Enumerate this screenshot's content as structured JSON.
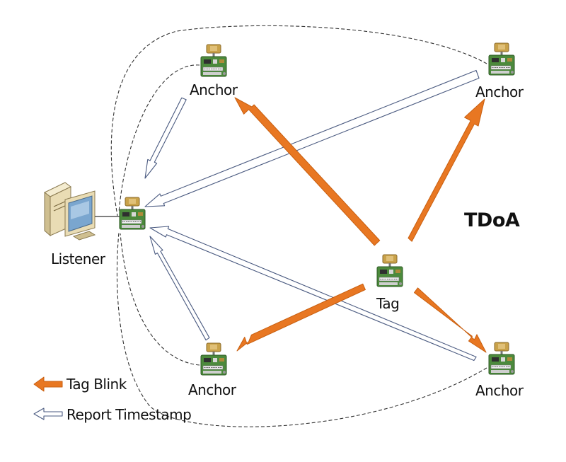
{
  "title": "TDoA",
  "labels": {
    "anchor_top_left": "Anchor",
    "anchor_top_right": "Anchor",
    "anchor_bottom_left": "Anchor",
    "anchor_bottom_right": "Anchor",
    "listener": "Listener",
    "tag": "Tag"
  },
  "legend": {
    "tag_blink": "Tag Blink",
    "report_timestamp": "Report Timestamp"
  },
  "colors": {
    "tag_blink_arrow": "#e87722",
    "report_arrow_stroke": "#4a5a80",
    "report_arrow_fill": "#ffffff",
    "dashed_link": "#333333",
    "board_green": "#4c8a3c",
    "antenna_gold": "#c9a24a",
    "computer_body": "#e9dcb4"
  }
}
